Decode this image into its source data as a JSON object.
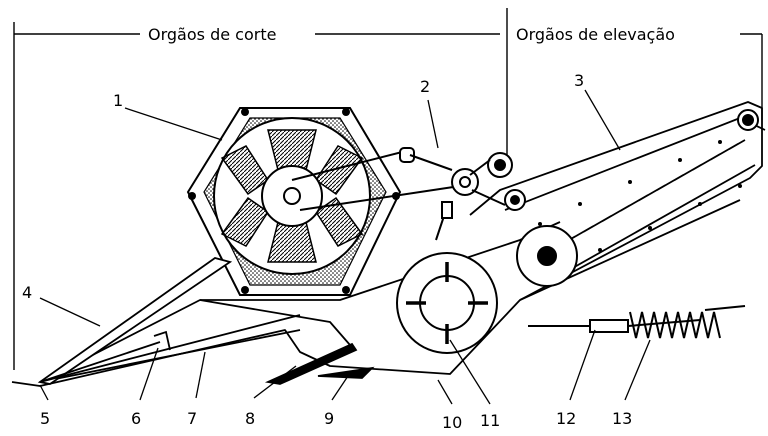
{
  "sections": {
    "cutting": "Orgãos de corte",
    "lifting": "Orgãos de elevação"
  },
  "parts": [
    "1",
    "2",
    "3",
    "4",
    "5",
    "6",
    "7",
    "8",
    "9",
    "10",
    "11",
    "12",
    "13"
  ],
  "colors": {
    "ink": "#000000",
    "background": "#ffffff",
    "dot": "#000000"
  }
}
